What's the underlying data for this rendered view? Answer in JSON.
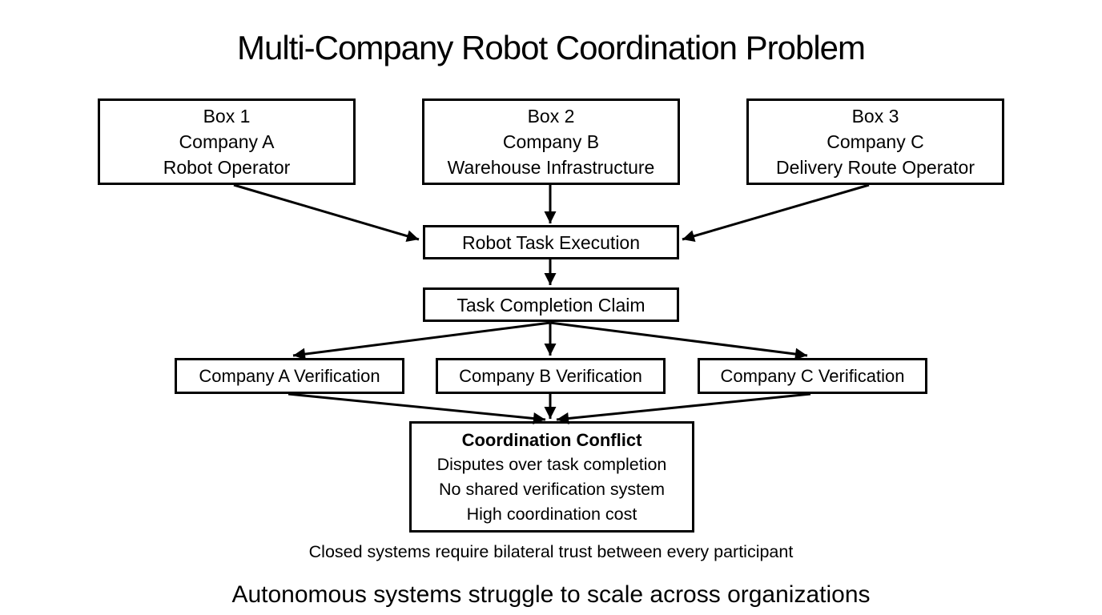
{
  "title": "Multi-Company Robot Coordination Problem",
  "actor_boxes": [
    {
      "lines": [
        "Box 1",
        "Company A",
        "Robot Operator"
      ]
    },
    {
      "lines": [
        "Box 2",
        "Company B",
        "Warehouse Infrastructure"
      ]
    },
    {
      "lines": [
        "Box 3",
        "Company C",
        "Delivery Route Operator"
      ]
    }
  ],
  "flow": {
    "robot_task_execution": "Robot Task Execution",
    "task_completion_claim": "Task Completion Claim"
  },
  "verification_boxes": [
    "Company A Verification",
    "Company B Verification",
    "Company C Verification"
  ],
  "conflict_box": {
    "heading": "Coordination Conflict",
    "lines": [
      "Disputes over task completion",
      "No shared verification system",
      "High coordination cost"
    ]
  },
  "caption": "Closed systems require bilateral trust between every participant",
  "footer": "Autonomous systems struggle to scale across organizations",
  "colors": {
    "ink": "#000000",
    "background": "#ffffff"
  }
}
